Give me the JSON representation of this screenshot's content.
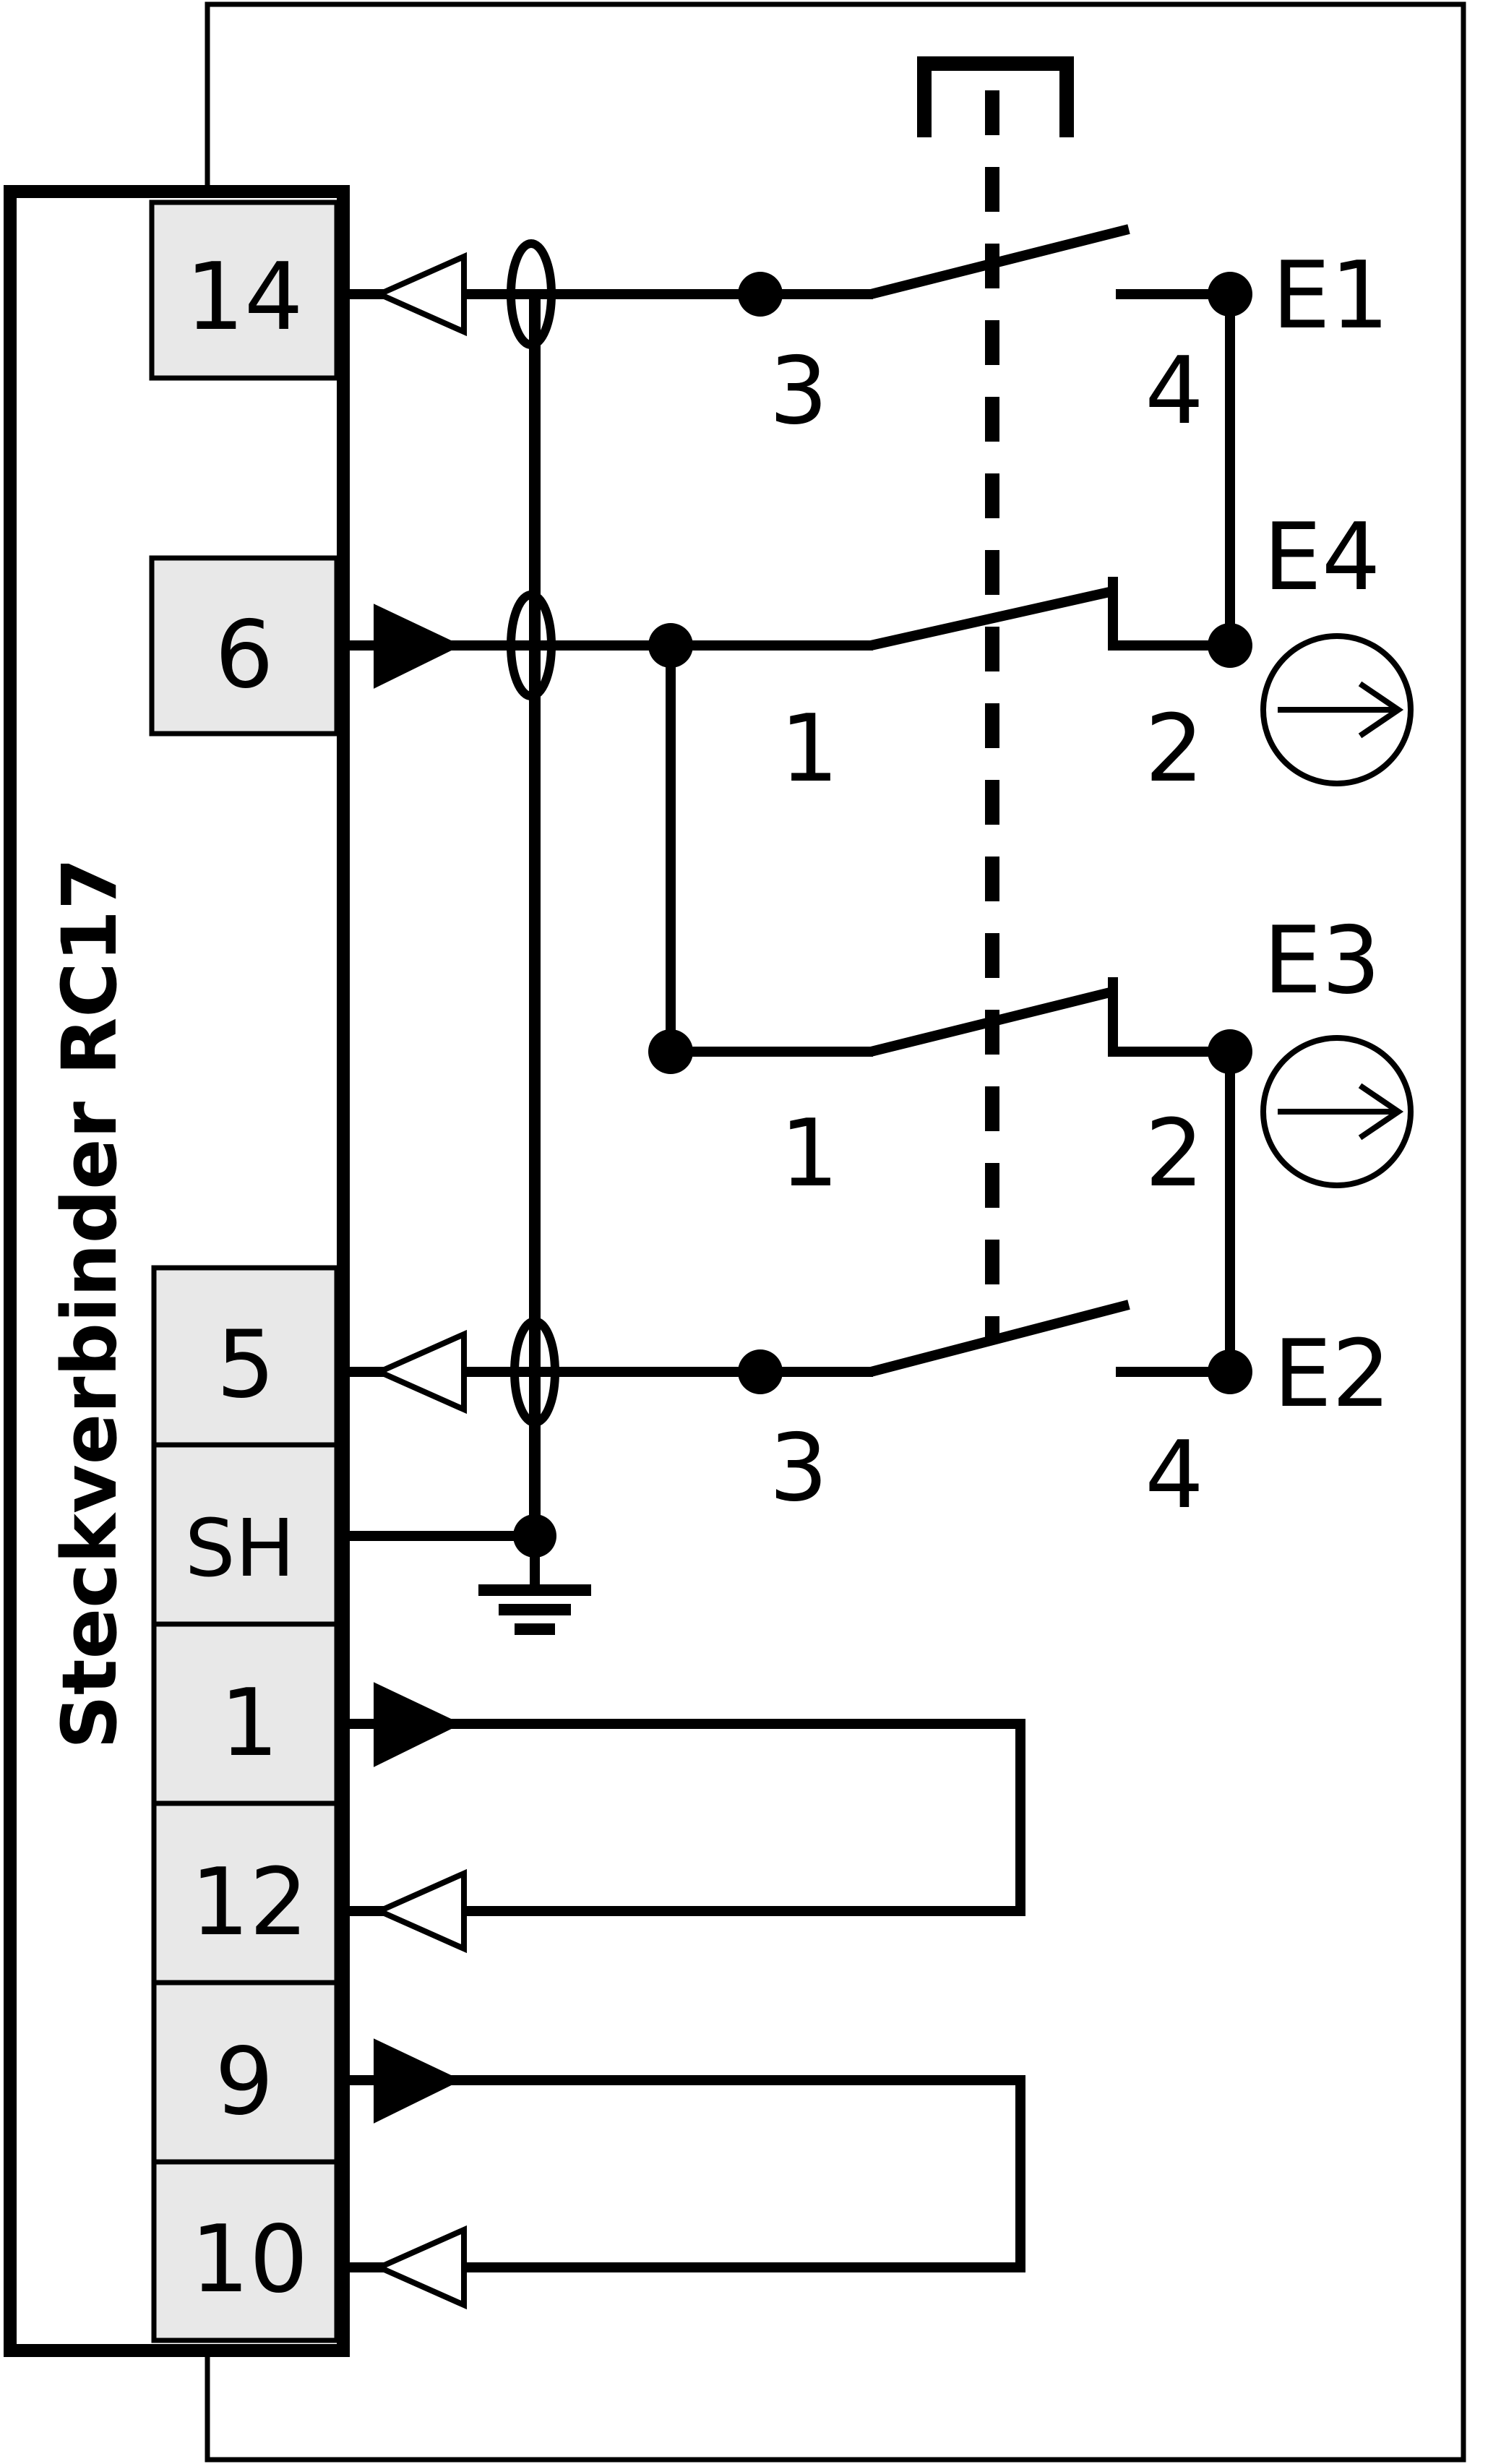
{
  "connector": {
    "title": "Steckverbinder RC17",
    "pins": [
      "14",
      "6",
      "5",
      "SH",
      "1",
      "12",
      "9",
      "10"
    ]
  },
  "contacts": {
    "top_no": {
      "left": "3",
      "right": "4",
      "output": "E1"
    },
    "upper_nc": {
      "left": "1",
      "right": "2",
      "output": "E4"
    },
    "lower_nc": {
      "left": "1",
      "right": "2",
      "output": "E3"
    },
    "bottom_no": {
      "left": "3",
      "right": "4",
      "output": "E2"
    }
  },
  "colors": {
    "line": "#000000",
    "pin_fill": "#e8e8e8",
    "background": "#ffffff"
  },
  "icons": [
    "input-arrow-icon",
    "output-arrow-icon",
    "shield-icon",
    "ground-icon",
    "forced-opening-icon"
  ]
}
